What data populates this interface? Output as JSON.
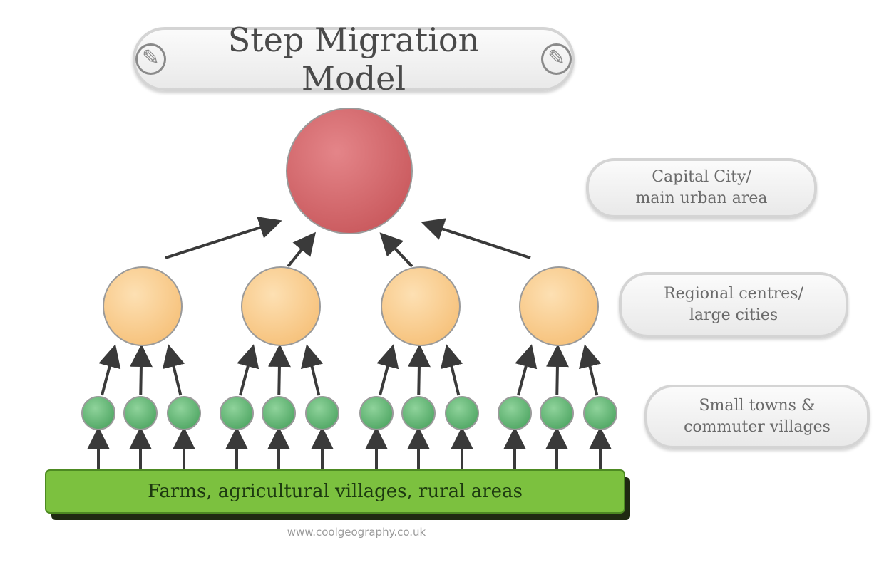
{
  "title": "Step Migration Model",
  "levels": {
    "capital": "Capital City/\nmain urban area",
    "regional": "Regional centres/\nlarge cities",
    "small": "Small towns &\ncommuter villages"
  },
  "base_label": "Farms, agricultural villages, rural areas",
  "credit": "www.coolgeography.co.uk",
  "colors": {
    "capital_circle": "#d9696c",
    "regional_circle": "#fbd39a",
    "small_circle": "#6fc07e",
    "base_bar": "#7cc13f",
    "arrow": "#3a3a3a"
  },
  "counts": {
    "regional": 4,
    "small_per_regional": 3
  }
}
